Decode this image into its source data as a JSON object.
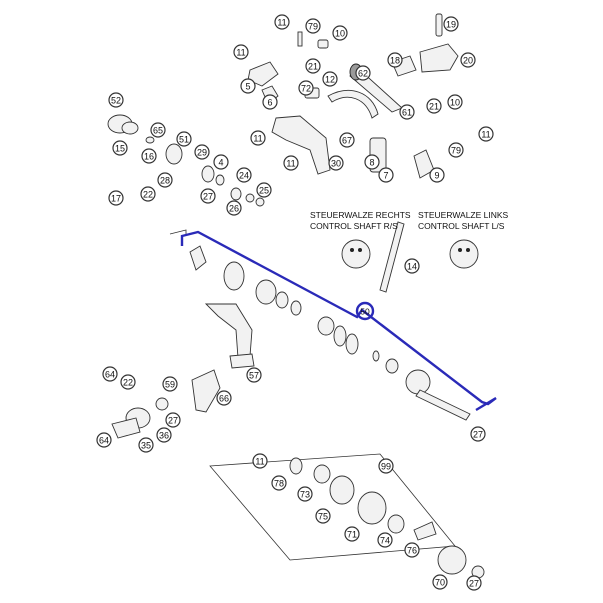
{
  "captions": {
    "right_shaft_de": "STEUERWALZE RECHTS",
    "right_shaft_en": "CONTROL SHAFT R/S",
    "left_shaft_de": "STEUERWALZE LINKS",
    "left_shaft_en": "CONTROL SHAFT L/S"
  },
  "highlight": {
    "part_number": "50",
    "color": "#2a2ab8"
  },
  "callouts": [
    "11",
    "79",
    "10",
    "19",
    "11",
    "21",
    "12",
    "18",
    "20",
    "62",
    "5",
    "6",
    "72",
    "21",
    "10",
    "52",
    "65",
    "11",
    "61",
    "11",
    "51",
    "15",
    "16",
    "67",
    "79",
    "29",
    "4",
    "8",
    "7",
    "9",
    "11",
    "30",
    "17",
    "22",
    "28",
    "24",
    "27",
    "26",
    "25",
    "14",
    "64",
    "22",
    "59",
    "27",
    "57",
    "66",
    "64",
    "35",
    "36",
    "11",
    "99",
    "78",
    "73",
    "75",
    "71",
    "74",
    "76",
    "70",
    "27",
    "27"
  ]
}
